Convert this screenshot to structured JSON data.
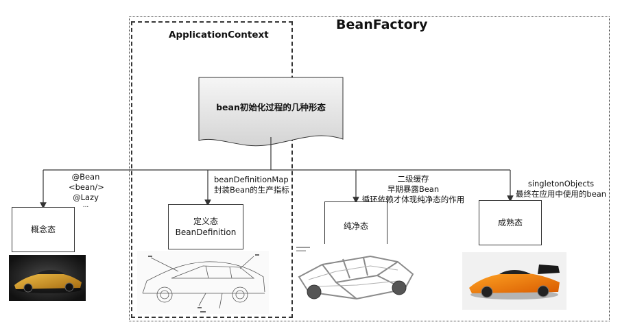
{
  "frames": {
    "bean_factory_title": "BeanFactory",
    "application_context_title": "ApplicationContext"
  },
  "root_node": {
    "label": "bean初始化过程的几种形态"
  },
  "states": [
    {
      "id": "concept",
      "label": "概念态"
    },
    {
      "id": "definition",
      "label_line1": "定义态",
      "label_line2": "BeanDefinition"
    },
    {
      "id": "pure",
      "label": "纯净态"
    },
    {
      "id": "mature",
      "label": "成熟态"
    }
  ],
  "annotations": {
    "concept": [
      "@Bean",
      "<bean/>",
      "@Lazy",
      "..."
    ],
    "definition": [
      "beanDefinitionMap",
      "封装Bean的生产指标"
    ],
    "pure": [
      "二级缓存",
      "早期暴露Bean",
      "循环依赖才体现纯净态的作用"
    ],
    "mature": [
      "singletonObjects",
      "最终在应用中使用的bean"
    ]
  },
  "images": {
    "concept": "car-concept-icon",
    "definition": "car-blueprint-icon",
    "pure": "car-chassis-icon",
    "mature": "car-finished-icon"
  },
  "colors": {
    "line": "#333333",
    "doc_fill_top": "#f4f4f4",
    "doc_fill_bottom": "#d6d6d6"
  }
}
